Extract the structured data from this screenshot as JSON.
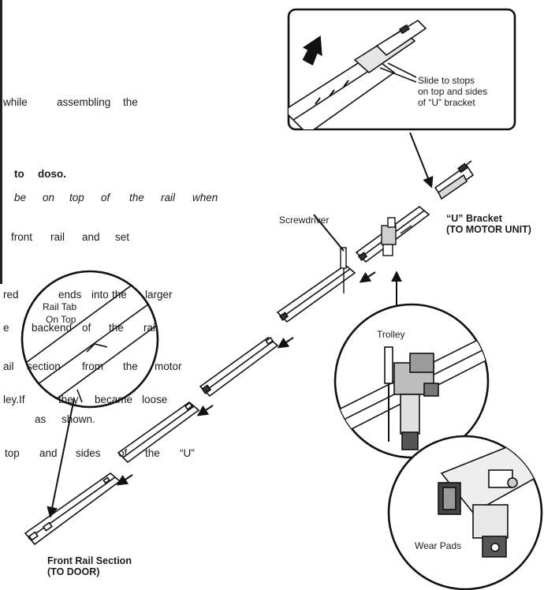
{
  "text_lines": {
    "l1": [
      "while",
      "assembling",
      "the"
    ],
    "l2": [
      "to",
      "doso."
    ],
    "l3": [
      "be",
      "on",
      "top",
      "of",
      "the",
      "rail",
      "when"
    ],
    "l4": [
      "front",
      "rail",
      "and",
      "set"
    ],
    "l5": [
      "red",
      "ends",
      "into",
      "the",
      "larger"
    ],
    "l6": [
      "e",
      "backend",
      "of",
      "the",
      "rail"
    ],
    "l7": [
      "ail",
      "section",
      "from",
      "the",
      "motor"
    ],
    "l8": [
      "ley.If",
      "they",
      "became",
      "loose"
    ],
    "l9": [
      "as",
      "shown."
    ],
    "l10": [
      "top",
      "and",
      "sides",
      "of",
      "the",
      "“U”"
    ]
  },
  "labels": {
    "inset_note": [
      "Slide to stops",
      "on top and sides",
      "of “U” bracket"
    ],
    "u_bracket": [
      "“U” Bracket",
      "(TO MOTOR UNIT)"
    ],
    "screwdriver": "Screwdriver",
    "trolley": "Trolley",
    "wear_pads": "Wear Pads",
    "rail_tab": [
      "Rail Tab",
      "On Top"
    ],
    "front_rail": [
      "Front Rail Section",
      "(TO DOOR)"
    ]
  },
  "icons": [
    "slide-arrow-icon",
    "direction-arrow-icon"
  ]
}
